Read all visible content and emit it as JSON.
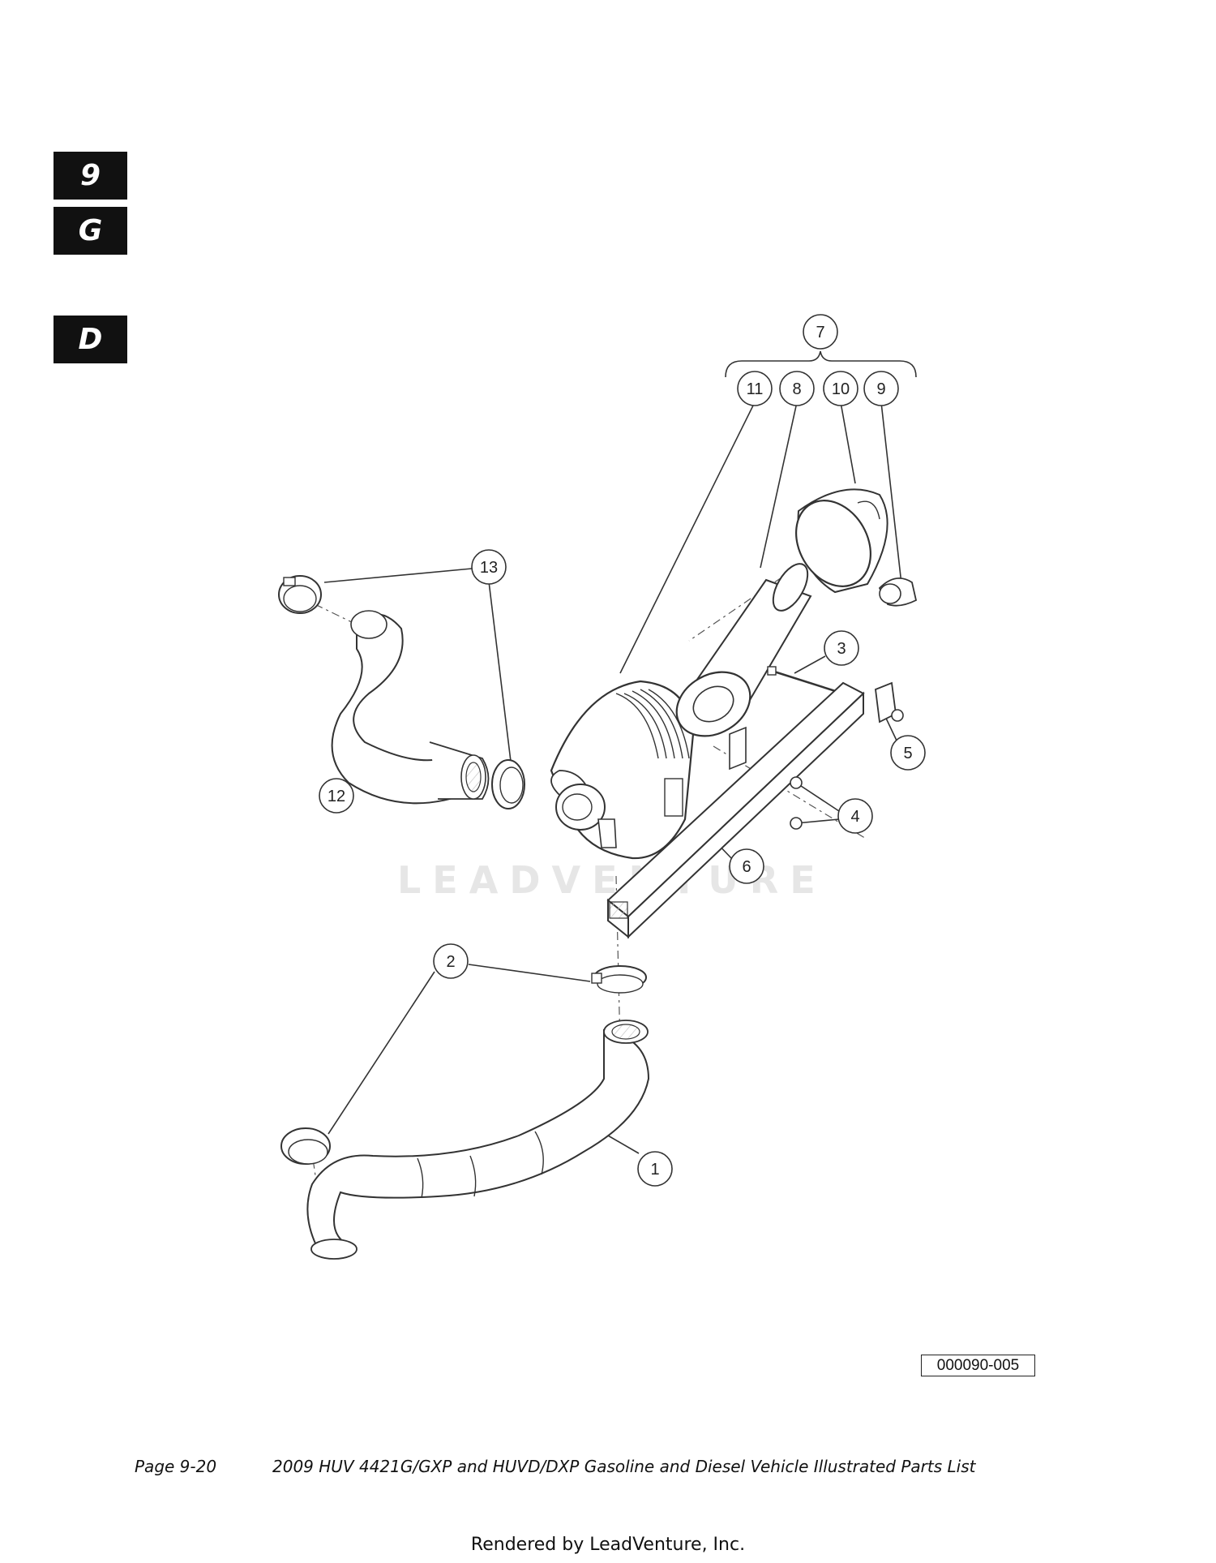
{
  "tabs": [
    "9",
    "G",
    "D"
  ],
  "watermark": "LEADVENTURE",
  "figure_code": "000090-005",
  "footer": {
    "page": "Page 9-20",
    "title": "2009 HUV 4421G/GXP and HUVD/DXP Gasoline and Diesel Vehicle Illustrated Parts List"
  },
  "rendered_by": "Rendered by LeadVenture, Inc.",
  "callouts": [
    "1",
    "2",
    "3",
    "4",
    "5",
    "6",
    "7",
    "8",
    "9",
    "10",
    "11",
    "12",
    "13"
  ]
}
